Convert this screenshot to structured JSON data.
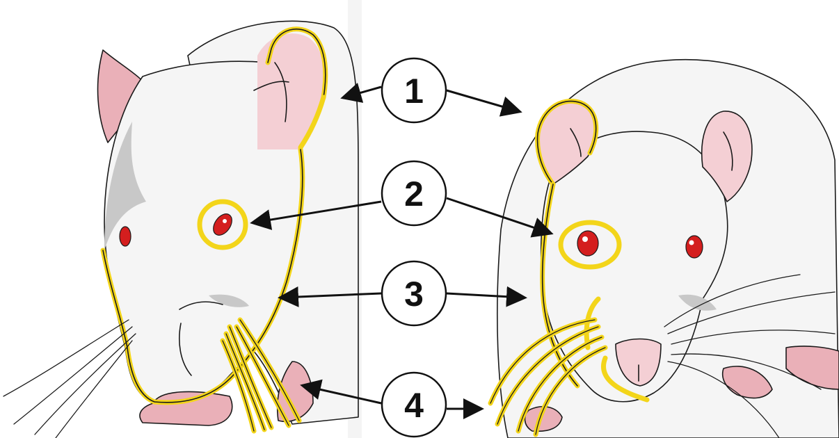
{
  "figure": {
    "markers": [
      {
        "label": "1"
      },
      {
        "label": "2"
      },
      {
        "label": "3"
      },
      {
        "label": "4"
      }
    ],
    "colors": {
      "highlight": "#f3d51a",
      "fur": "#f5f5f5",
      "shadow": "#c8c8c8",
      "ear_pink": "#f4cfd4",
      "skin_pink": "#eab0b8",
      "eye_red": "#d41e1e"
    }
  }
}
